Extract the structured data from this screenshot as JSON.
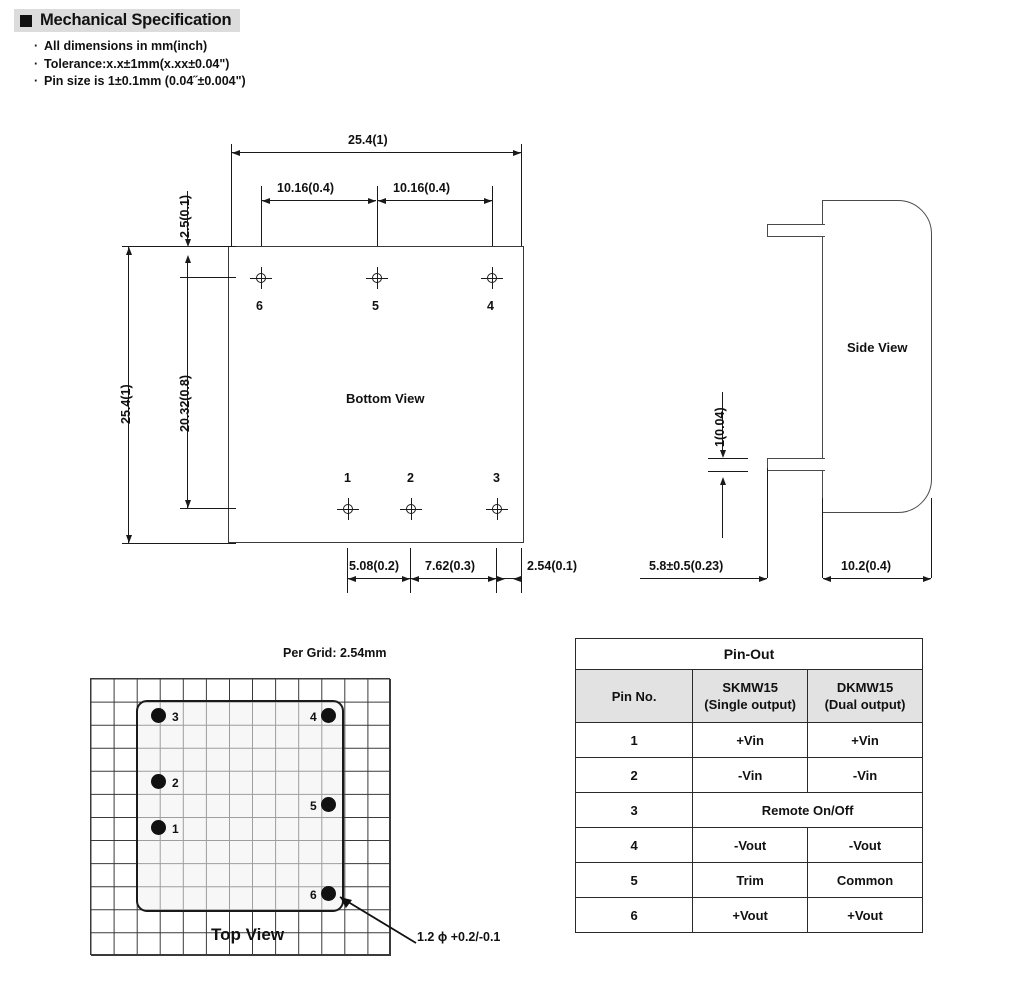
{
  "header": {
    "title": "Mechanical Specification",
    "bullet_icon": "filled-square-icon"
  },
  "notes": {
    "bullet": "·",
    "items": [
      "All dimensions in mm(inch)",
      "Tolerance:x.x±1mm(x.xx±0.04\")",
      "Pin size is 1±0.1mm (0.04˝±0.004\")"
    ]
  },
  "bottom_view": {
    "label": "Bottom  View",
    "dimensions": {
      "overall_width": "25.4(1)",
      "pitch_left": "10.16(0.4)",
      "pitch_right": "10.16(0.4)",
      "overall_height": "25.4(1)",
      "top_offset": "2.5(0.1)",
      "pin_row_span": "20.32(0.8)",
      "bottom_d1": "5.08(0.2)",
      "bottom_d2": "7.62(0.3)",
      "bottom_d3": "2.54(0.1)"
    },
    "top_pins": [
      "6",
      "5",
      "4"
    ],
    "bottom_pins": [
      "1",
      "2",
      "3"
    ]
  },
  "side_view": {
    "label": "Side  View",
    "dimensions": {
      "pin_thickness": "1(0.04)",
      "lead_length": "5.8±0.5(0.23)",
      "body_width": "10.2(0.4)"
    }
  },
  "top_view": {
    "label": "Top  View",
    "grid_note": "Per Grid: 2.54mm",
    "hole_callout": "1.2 ϕ +0.2/-0.1",
    "pins": [
      {
        "num": "3"
      },
      {
        "num": "4"
      },
      {
        "num": "2"
      },
      {
        "num": "5"
      },
      {
        "num": "1"
      },
      {
        "num": "6"
      }
    ]
  },
  "pinout_table": {
    "title": "Pin-Out",
    "columns": [
      {
        "main": "Pin No.",
        "sub": ""
      },
      {
        "main": "SKMW15",
        "sub": "(Single output)"
      },
      {
        "main": "DKMW15",
        "sub": "(Dual output)"
      }
    ],
    "rows": [
      {
        "pin": "1",
        "single": "+Vin",
        "dual": "+Vin",
        "merged": false
      },
      {
        "pin": "2",
        "single": "-Vin",
        "dual": "-Vin",
        "merged": false
      },
      {
        "pin": "3",
        "single": "Remote On/Off",
        "dual": "",
        "merged": true
      },
      {
        "pin": "4",
        "single": "-Vout",
        "dual": "-Vout",
        "merged": false
      },
      {
        "pin": "5",
        "single": "Trim",
        "dual": "Common",
        "merged": false
      },
      {
        "pin": "6",
        "single": "+Vout",
        "dual": "+Vout",
        "merged": false
      }
    ]
  },
  "colors": {
    "header_bg": "#dcdcdc",
    "table_header_bg": "#e2e2e2",
    "line": "#1a1a1a",
    "text": "#111111"
  }
}
